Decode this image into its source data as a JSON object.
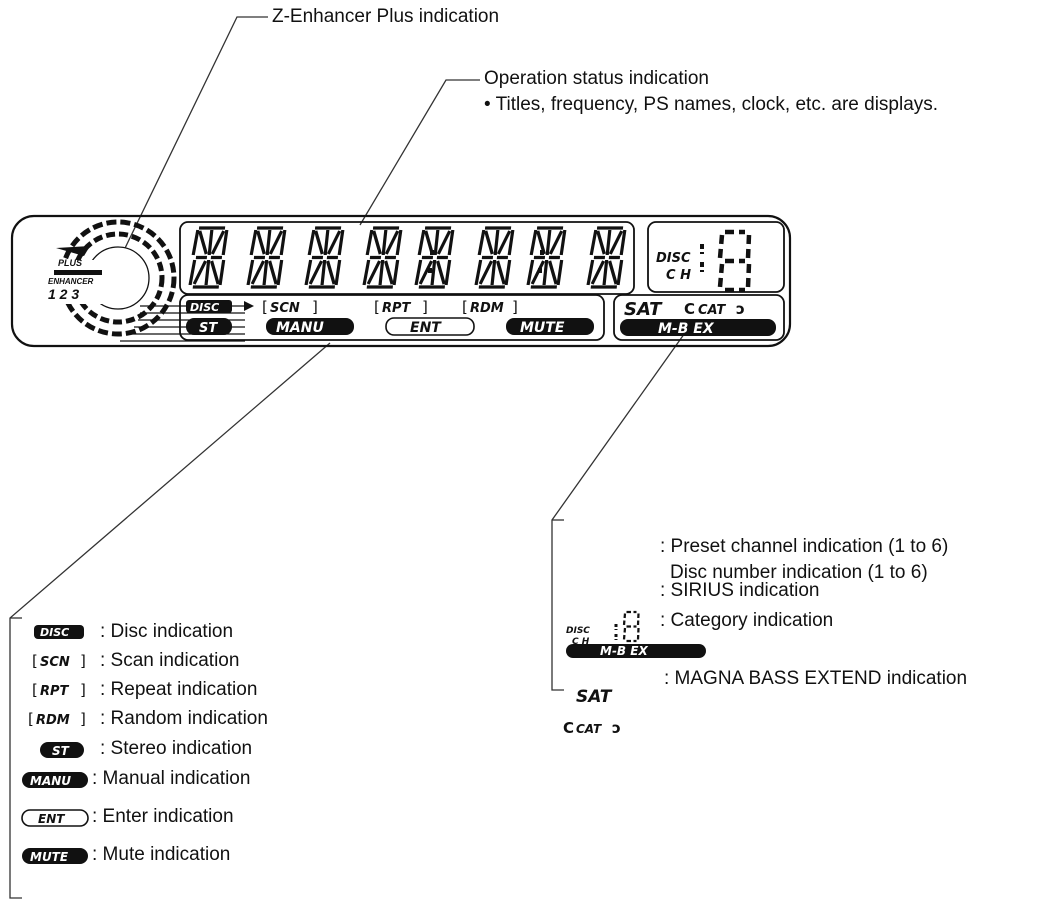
{
  "callouts": {
    "z_enhancer": "Z-Enhancer Plus indication",
    "operation_title": "Operation status indication",
    "operation_sub": "• Titles, frequency, PS names, clock, etc. are displays."
  },
  "display": {
    "logo_top": "PLUS",
    "logo_mid": "ENHANCER",
    "logo_nums": "1 2 3",
    "disc_label": "DISC",
    "ch_label": "C H",
    "row1": {
      "disc": "DISC",
      "scn": "SCN",
      "rpt": "RPT",
      "rdm": "RDM"
    },
    "row2": {
      "st": "ST",
      "manu": "MANU",
      "ent": "ENT",
      "mute": "MUTE"
    },
    "sat": "SAT",
    "cat": "CAT",
    "mbex": "M-B EX"
  },
  "legend_left": [
    {
      "icon": "DISC",
      "text": ": Disc indication"
    },
    {
      "icon": "SCN",
      "text": ": Scan indication"
    },
    {
      "icon": "RPT",
      "text": ": Repeat indication"
    },
    {
      "icon": "RDM",
      "text": ": Random indication"
    },
    {
      "icon": "ST",
      "text": ": Stereo indication"
    },
    {
      "icon": "MANU",
      "text": ": Manual indication"
    },
    {
      "icon": "ENT",
      "text": ": Enter indication"
    },
    {
      "icon": "MUTE",
      "text": ": Mute indication"
    }
  ],
  "legend_right": {
    "preset": ": Preset channel indication (1 to 6)",
    "disc_number": "Disc number indication (1 to 6)",
    "sat_icon": "SAT",
    "sat_text": ": SIRIUS indication",
    "cat_icon": "CAT",
    "cat_text": ": Category indication",
    "mbex_icon": "M-B EX",
    "mbex_text": ": MAGNA BASS EXTEND indication",
    "disc_label": "DISC",
    "ch_label": "C H"
  }
}
